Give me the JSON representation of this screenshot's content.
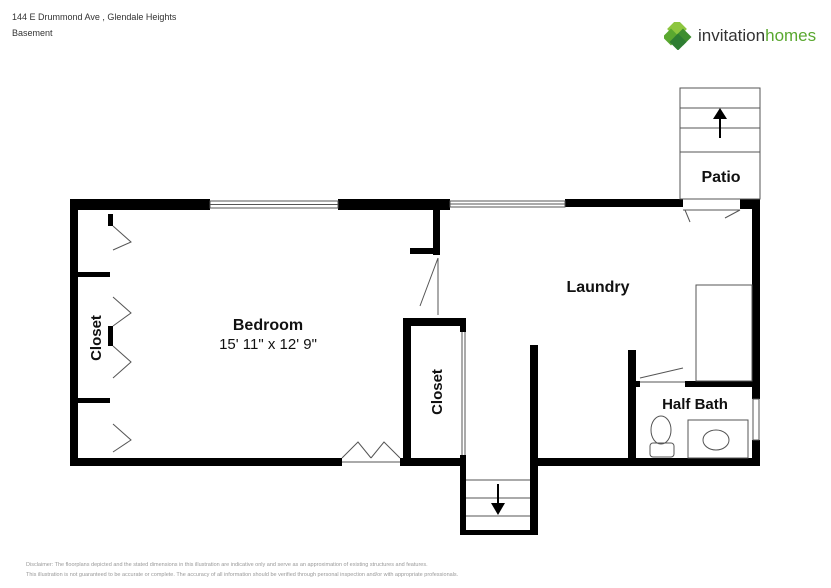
{
  "header": {
    "address": "144 E Drummond Ave , Glendale Heights",
    "level": "Basement"
  },
  "logo": {
    "brand_part1": "invitation",
    "brand_part2": "homes",
    "color_primary": "#5aa830",
    "color_dark": "#2e7d32"
  },
  "rooms": {
    "bedroom": {
      "name": "Bedroom",
      "dimensions": "15' 11\" x 12' 9\""
    },
    "bedroom_closet": {
      "name": "Closet"
    },
    "closet": {
      "name": "Closet"
    },
    "laundry": {
      "name": "Laundry"
    },
    "half_bath": {
      "name": "Half Bath"
    },
    "patio": {
      "name": "Patio"
    }
  },
  "disclaimer": {
    "line1": "Disclaimer: The floorplans depicted and the stated dimensions in this illustration are indicative only and serve as an approximation of existing structures and features.",
    "line2": "This illustration is not guaranteed to be accurate or complete. The accuracy of all information should be verified through personal inspection and/or with appropriate professionals."
  }
}
